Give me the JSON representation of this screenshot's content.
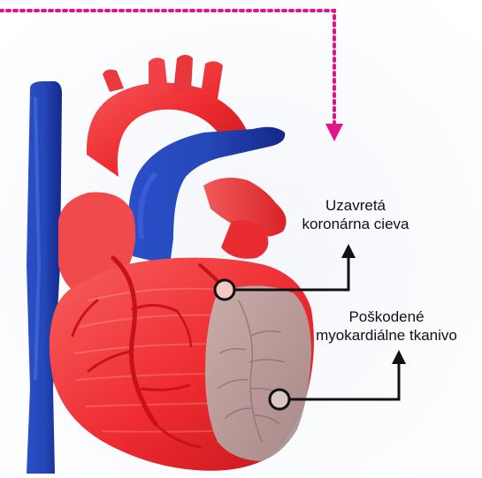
{
  "labels": {
    "occluded_vessel": {
      "line1": "Uzavretá",
      "line2": "koronárna cieva"
    },
    "damaged_tissue": {
      "line1": "Poškodené",
      "line2": "myokardiálne tkanivo"
    }
  },
  "colors": {
    "heart_red": "#ee2b30",
    "vessel_blue": "#1e3fb0",
    "damaged_tissue": "#b9a3a1",
    "pointer_arrow": "#e0158a",
    "callout_line": "#111111"
  },
  "icons": {
    "pointer": "dotted-arrow-down-icon",
    "callout_markers": "circle-marker-icon"
  }
}
